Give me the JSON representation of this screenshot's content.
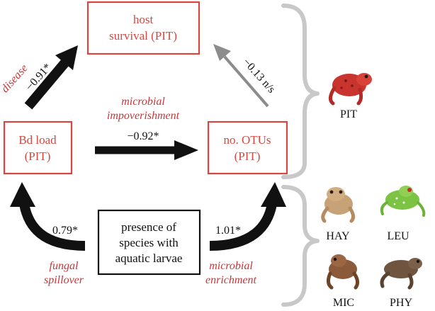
{
  "nodes": {
    "host_survival": [
      "host",
      "survival (PIT)"
    ],
    "bd_load": [
      "Bd load",
      "(PIT)"
    ],
    "otus": [
      "no. OTUs",
      "(PIT)"
    ],
    "presence": [
      "presence of",
      "species with",
      "aquatic larvae"
    ]
  },
  "edges": {
    "disease": {
      "label": "disease",
      "coef": "−0.91*"
    },
    "impoverishment": {
      "label": [
        "microbial",
        "impoverishment"
      ],
      "coef": "−0.92*"
    },
    "otus_survival": {
      "coef": "−0.13 n/s"
    },
    "spillover": {
      "label": [
        "fungal",
        "spillover"
      ],
      "coef": "0.79*"
    },
    "enrichment": {
      "label": [
        "microbial",
        "enrichment"
      ],
      "coef": "1.01*"
    }
  },
  "species": {
    "focal": "PIT",
    "others": [
      "HAY",
      "LEU",
      "MIC",
      "PHY"
    ]
  },
  "colors": {
    "accent": "#d9463f",
    "arrow": "#111111",
    "arrow_ns": "#8c8c8c",
    "brace": "#c8c8c8"
  }
}
